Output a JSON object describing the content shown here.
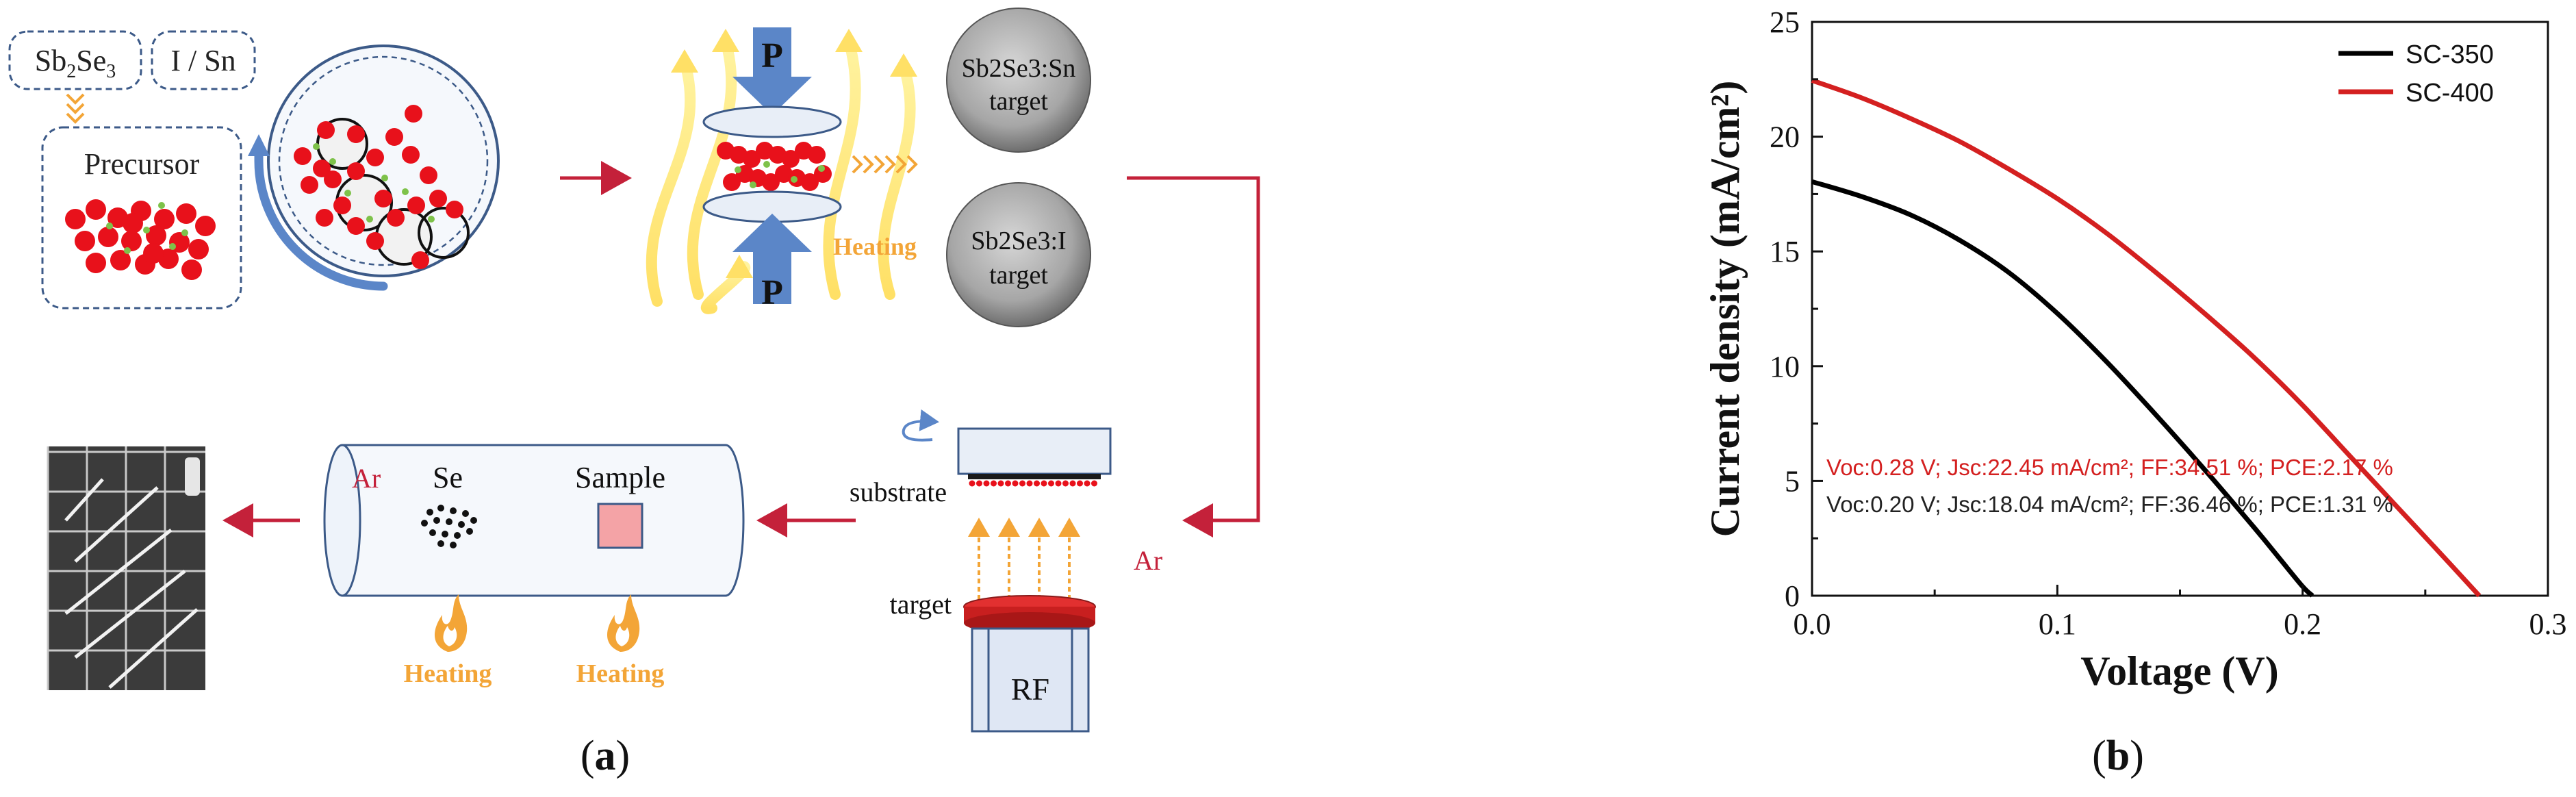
{
  "panel_a": {
    "caption": "(a)",
    "caption_letter": "a",
    "labels": {
      "sb2se3_main": "Sb",
      "sb2se3_sub1": "2",
      "sb2se3_se": "Se",
      "sb2se3_sub2": "3",
      "dopant": "I / Sn",
      "precursor": "Precursor",
      "press_top": "P",
      "press_bottom": "P",
      "heating_press": "Heating",
      "target_sn_line1": "Sb2Se3:Sn",
      "target_sn_line2": "target",
      "target_i_line1": "Sb2Se3:I",
      "target_i_line2": "target",
      "substrate": "substrate",
      "target": "target",
      "rf": "RF",
      "ar_sputter": "Ar",
      "ar_tube": "Ar",
      "se": "Se",
      "sample": "Sample",
      "heating_left": "Heating",
      "heating_right": "Heating"
    }
  },
  "panel_b": {
    "caption": "(b)",
    "caption_letter": "b",
    "annotation_red": "Voc:0.28 V; Jsc:22.45 mA/cm²; FF:34.51 %; PCE:2.17 %",
    "annotation_black": "Voc:0.20 V; Jsc:18.04 mA/cm²; FF:36.46 %; PCE:1.31 %"
  },
  "chart_data": {
    "type": "line",
    "title": "",
    "xlabel": "Voltage (V)",
    "ylabel": "Current density (mA/cm²)",
    "xlim": [
      0,
      0.3
    ],
    "ylim": [
      0,
      25
    ],
    "xticks": [
      "0.0",
      "0.1",
      "0.2",
      "0.3"
    ],
    "yticks": [
      "0",
      "5",
      "10",
      "15",
      "20",
      "25"
    ],
    "legend_position": "top-right",
    "grid": false,
    "series": [
      {
        "name": "SC-350",
        "color": "#000000",
        "x": [
          0,
          0.02,
          0.04,
          0.06,
          0.08,
          0.1,
          0.12,
          0.14,
          0.16,
          0.18,
          0.19,
          0.2,
          0.204
        ],
        "y": [
          18.04,
          17.4,
          16.6,
          15.5,
          14.1,
          12.3,
          10.2,
          7.9,
          5.5,
          3.0,
          1.7,
          0.4,
          0
        ]
      },
      {
        "name": "SC-400",
        "color": "#d42020",
        "x": [
          0,
          0.02,
          0.04,
          0.06,
          0.08,
          0.1,
          0.12,
          0.14,
          0.16,
          0.18,
          0.2,
          0.22,
          0.24,
          0.26,
          0.272
        ],
        "y": [
          22.45,
          21.7,
          20.8,
          19.8,
          18.6,
          17.3,
          15.8,
          14.1,
          12.3,
          10.4,
          8.3,
          6.0,
          3.7,
          1.4,
          0
        ]
      }
    ]
  }
}
